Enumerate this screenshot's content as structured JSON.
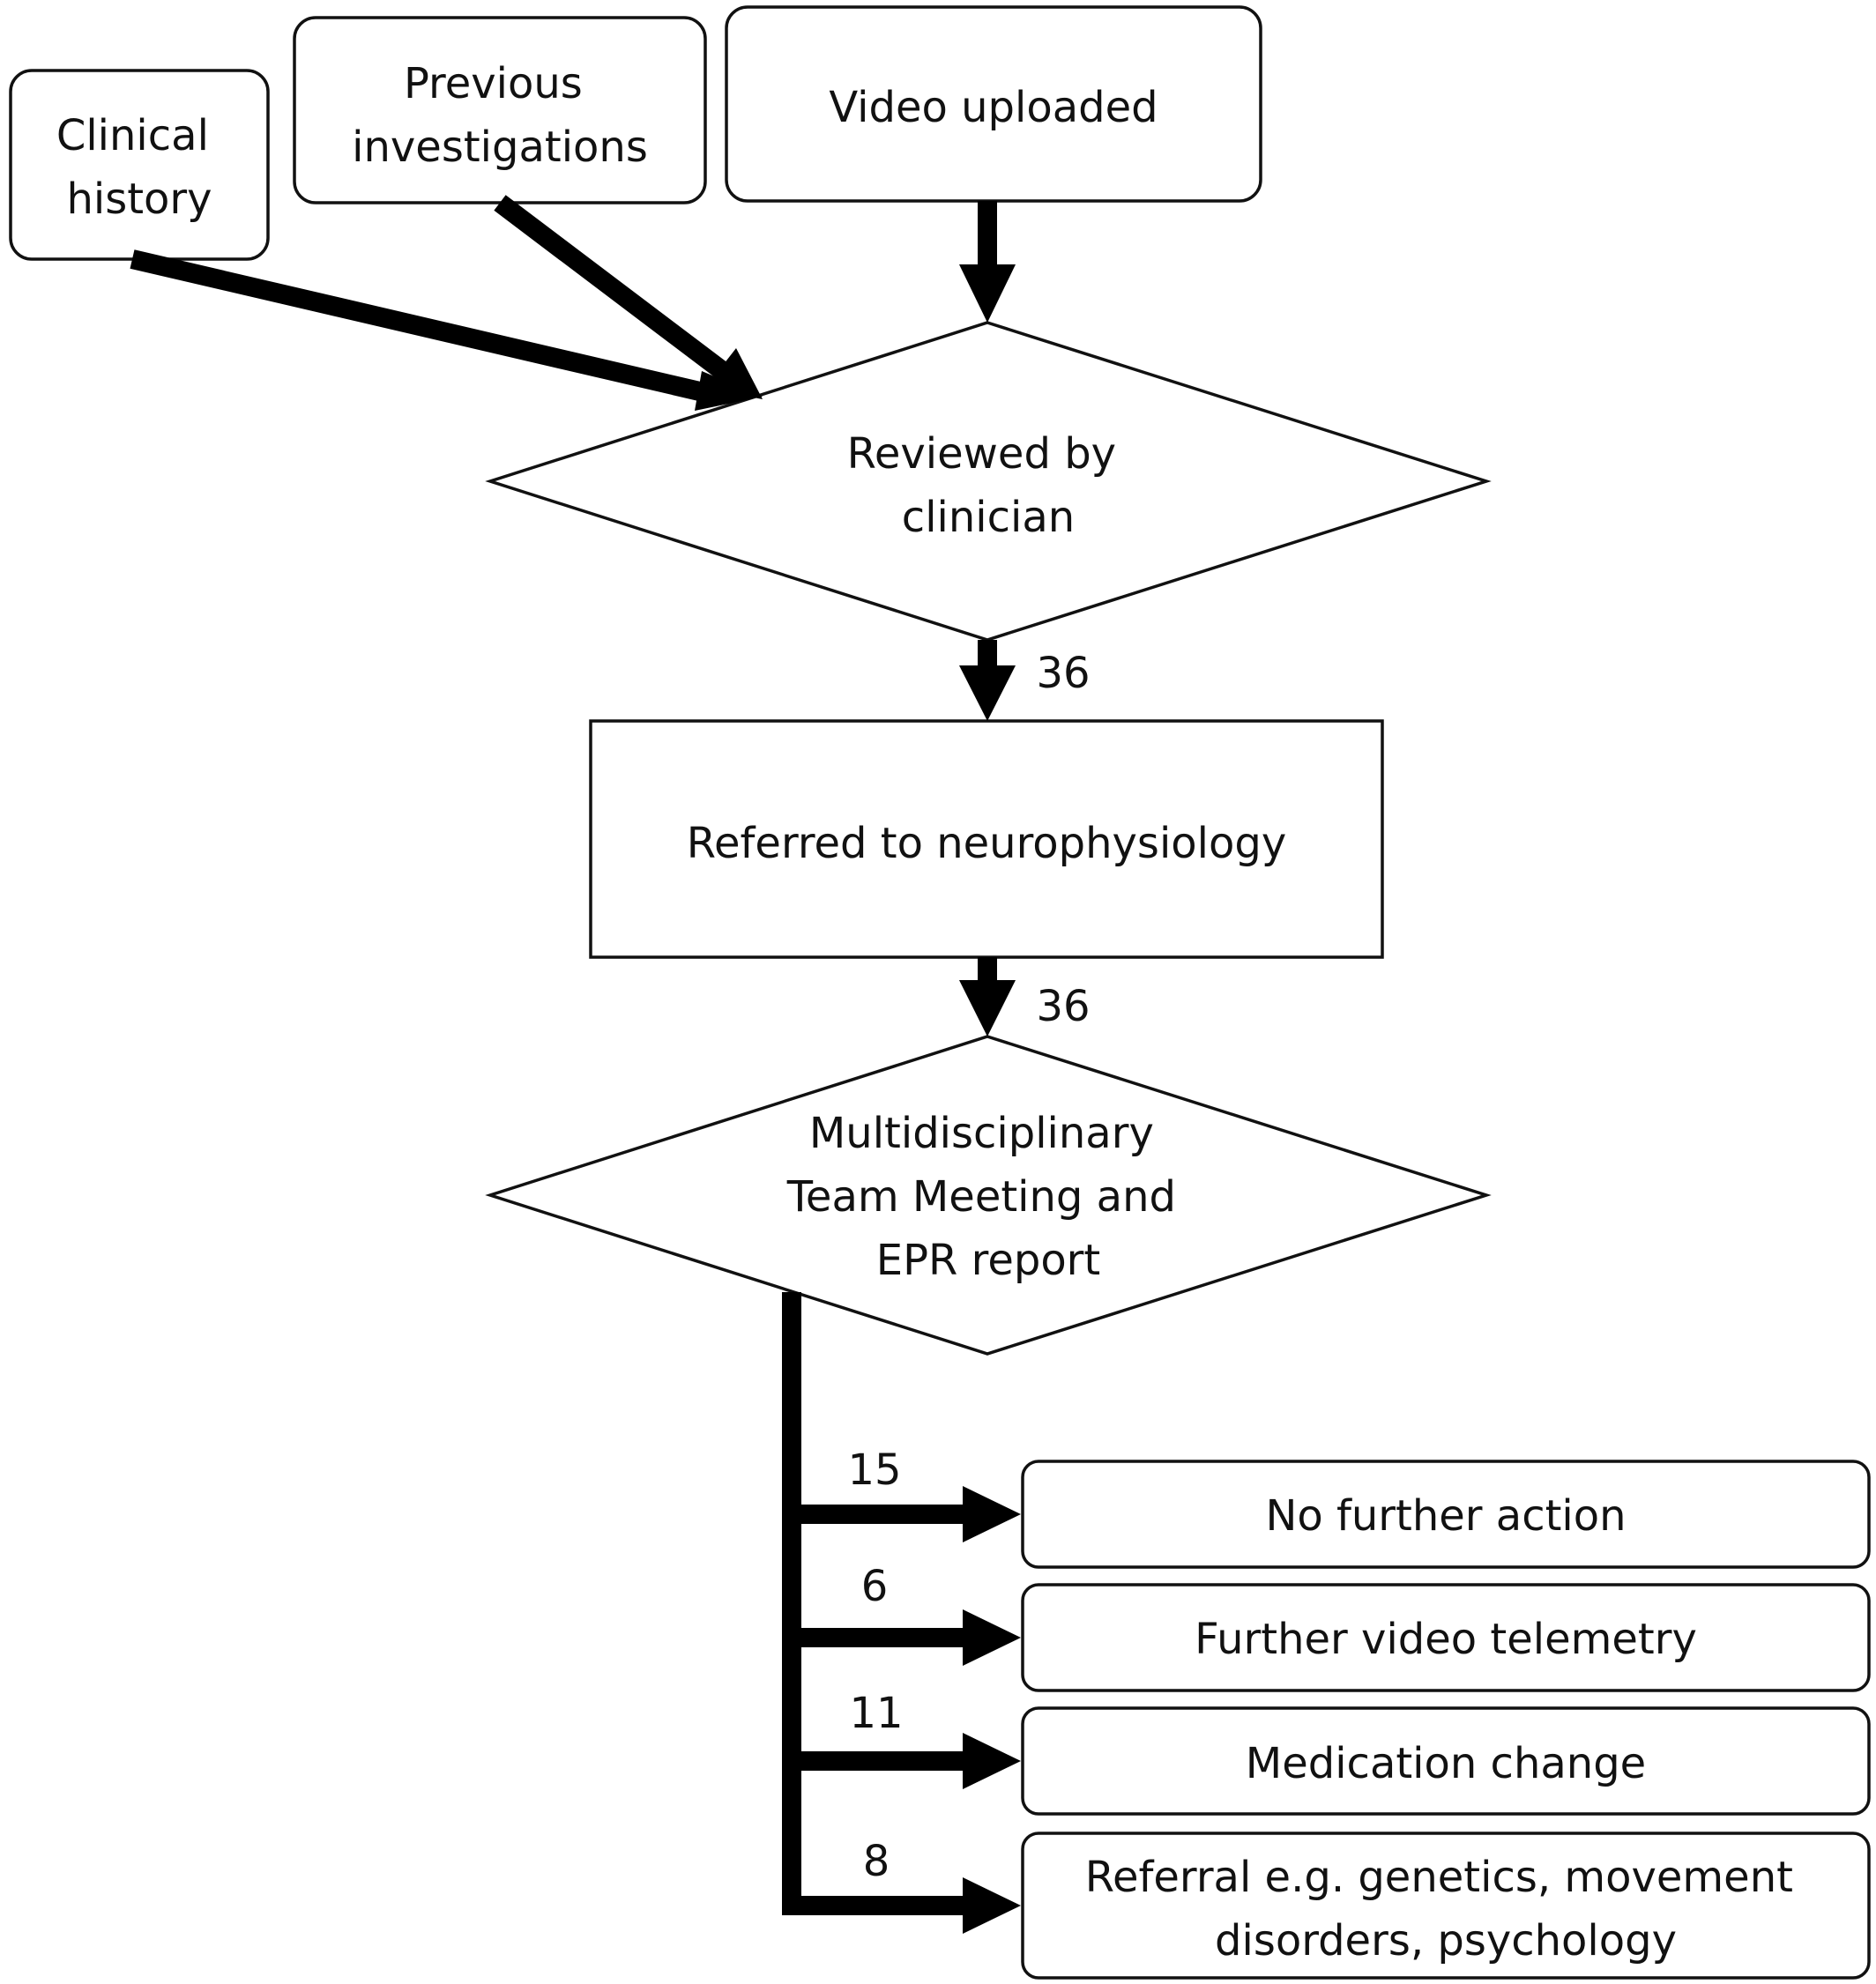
{
  "nodes": {
    "clinical_history": [
      "Clinical",
      "history"
    ],
    "previous_investigations": [
      "Previous",
      "investigations"
    ],
    "video_uploaded": [
      "Video uploaded"
    ],
    "reviewed_by_clinician": [
      "Reviewed by",
      "clinician"
    ],
    "referred_to_neurophysiology": [
      "Referred to neurophysiology"
    ],
    "mdt_meeting": [
      "Multidisciplinary",
      "Team Meeting and",
      "EPR report"
    ],
    "no_further_action": [
      "No further action"
    ],
    "further_video_telemetry": [
      "Further video telemetry"
    ],
    "medication_change": [
      "Medication change"
    ],
    "referral": [
      "Referral e.g. genetics, movement",
      "disorders, psychology"
    ]
  },
  "edges": {
    "reviewed_to_referred": "36",
    "referred_to_mdt": "36",
    "mdt_to_no_further_action": "15",
    "mdt_to_further_video_telemetry": "6",
    "mdt_to_medication_change": "11",
    "mdt_to_referral": "8"
  },
  "colors": {
    "stroke": "#000000",
    "fill": "#ffffff",
    "text": "#111111"
  }
}
